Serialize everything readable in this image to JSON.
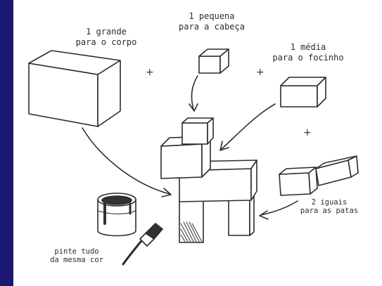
{
  "labels": {
    "body": {
      "line1": "1 grande",
      "line2": "para o corpo"
    },
    "head": {
      "line1": "1 pequena",
      "line2": "para a cabeça"
    },
    "snout": {
      "line1": "1 média",
      "line2": "para o focinho"
    },
    "legs": {
      "line1": "2 iguais",
      "line2": "para as patas"
    },
    "paint": {
      "line1": "pinte tudo",
      "line2": "da mesma cor"
    }
  },
  "plus_sign": "+",
  "colors": {
    "frame": "#1a1870",
    "sheet": "#ffffff",
    "ink": "#2c2c2c",
    "paint": "#333333"
  },
  "icons": [
    "box-large",
    "box-small",
    "box-medium",
    "box-leg",
    "paint-can",
    "paint-brush",
    "arrow"
  ]
}
